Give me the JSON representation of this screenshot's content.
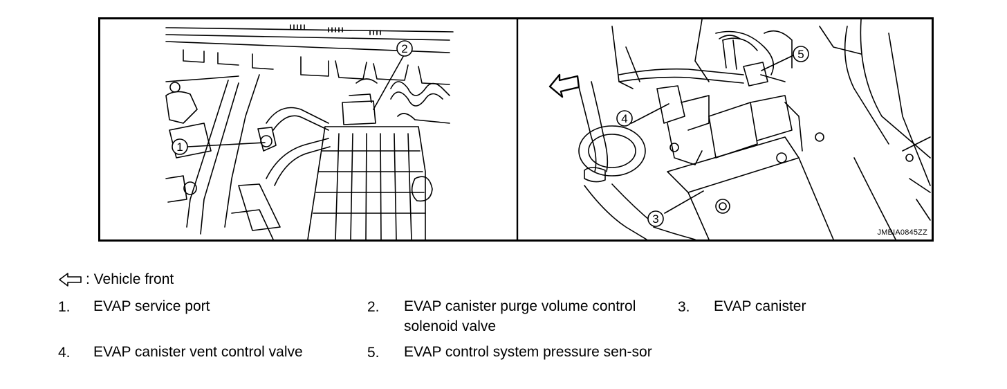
{
  "figure": {
    "code": "JMBIA0845ZZ",
    "callouts": [
      "1",
      "2",
      "3",
      "4",
      "5"
    ]
  },
  "legend": {
    "arrow_icon": "hollow-left-arrow",
    "arrow_text": ": Vehicle front"
  },
  "items": [
    {
      "num": "1.",
      "text": "EVAP service port"
    },
    {
      "num": "2.",
      "text": "EVAP canister purge volume control solenoid valve"
    },
    {
      "num": "3.",
      "text": "EVAP canister"
    },
    {
      "num": "4.",
      "text": "EVAP canister vent control valve"
    },
    {
      "num": "5.",
      "text": "EVAP control system pressure sen-sor"
    }
  ]
}
